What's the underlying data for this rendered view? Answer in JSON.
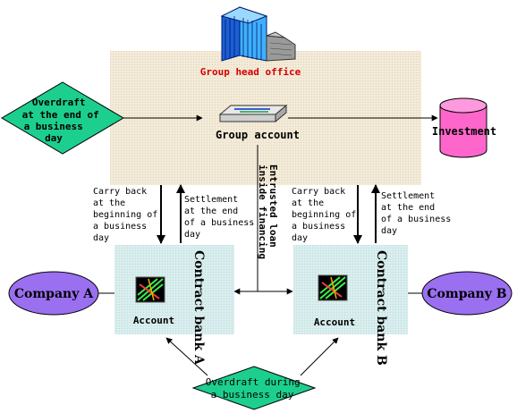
{
  "head_office": {
    "label": "Group head office",
    "label_color": "#d40000"
  },
  "group_account": {
    "label": "Group account"
  },
  "overdraft_end": {
    "lines": [
      "Overdraft",
      "at the end of",
      "a business",
      "day"
    ]
  },
  "investment": {
    "label": "Investment"
  },
  "entrusted_loan": {
    "lines": [
      "Entrusted loan",
      "inside financing"
    ]
  },
  "left_flows": {
    "carry_back": [
      "Carry back",
      "at the",
      "beginning of",
      "a business",
      "day"
    ],
    "settlement": [
      "Settlement",
      "at the end",
      "of a business",
      "day"
    ]
  },
  "right_flows": {
    "carry_back": [
      "Carry back",
      "at the",
      "beginning of",
      "a business",
      "day"
    ],
    "settlement": [
      "Settlement",
      "at the end",
      "of a business",
      "day"
    ]
  },
  "bank_a": {
    "title": "Contract bank A",
    "account": "Account"
  },
  "bank_b": {
    "title": "Contract bank B",
    "account": "Account"
  },
  "company_a": {
    "label": "Company A"
  },
  "company_b": {
    "label": "Company B"
  },
  "overdraft_during": {
    "lines": [
      "Overdraft during",
      "a business day"
    ]
  },
  "colors": {
    "panel": "#f2ead8",
    "bank_panel": "#d7ecec",
    "diamond": "#1ccf8f",
    "company": "#9a6ff0",
    "investment": "#ff66cc"
  }
}
